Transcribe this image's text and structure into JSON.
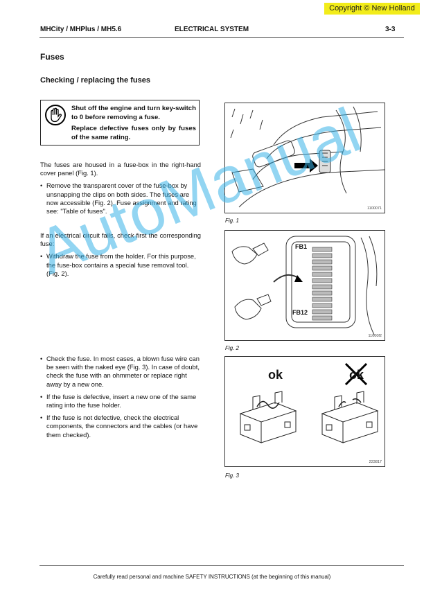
{
  "copyright": "Copyright © New Holland",
  "header": {
    "left": "MHCity / MHPlus / MH5.6",
    "center": "ELECTRICAL SYSTEM",
    "right": "3-3"
  },
  "section_title": "Fuses",
  "subsection_title": "Checking / replacing the fuses",
  "warning": {
    "icon": "stop-hand-icon",
    "line1": "Shut off the engine and turn key-switch to 0 before removing a fuse.",
    "line2": "Replace defective fuses only by fuses of the same rating."
  },
  "para1": "The fuses are housed in a fuse-box in the right-hand cover panel (Fig. 1).",
  "bullets1": [
    "Remove the transparent cover of the fuse-box by unsnapping the clips on both sides. The fuses are now accessible (Fig. 2). Fuse assignment and rating see: \"Table of fuses\"."
  ],
  "para2": "If an electrical circuit fails, check first the corresponding fuse:",
  "bullets2": [
    "Withdraw the fuse from the holder. For this purpose, the fuse-box contains a special fuse removal tool. (Fig. 2)."
  ],
  "bullets3": [
    "Check the fuse. In most cases, a blown fuse wire can be seen with the naked eye (Fig. 3). In case of doubt, check the fuse with an ohmmeter or replace right away by a new one.",
    "If the fuse is defective, insert a new one of the same rating into the fuse holder.",
    "If the fuse is not defective, check the electrical components, the connectors and the cables (or have them checked)."
  ],
  "fig1": {
    "caption": "Fig. 1",
    "code": "1100071"
  },
  "fig2": {
    "caption": "Fig. 2",
    "code": "11000f2",
    "label_top": "FB1",
    "label_bottom": "FB12"
  },
  "fig3": {
    "caption": "Fig. 3",
    "code": "223817",
    "label_ok": "ok",
    "label_bad": "ok"
  },
  "watermark": "AutoManual",
  "footer": "Carefully read personal and machine SAFETY INSTRUCTIONS (at the beginning of this manual)"
}
